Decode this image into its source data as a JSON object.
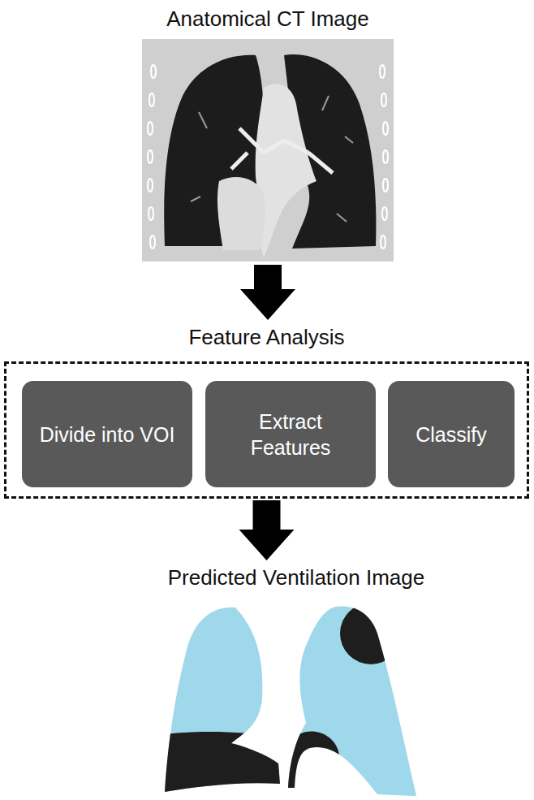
{
  "diagram": {
    "nodes": [
      {
        "text": [
          "Anatomical CT Image"
        ]
      },
      {
        "text": [
          "Feature Analysis"
        ]
      },
      {
        "text": [
          "Divide into VOI"
        ],
        "in": 1
      },
      {
        "text": [
          "Extract Features"
        ],
        "in": 1
      },
      {
        "text": [
          "Classify"
        ],
        "in": 1
      },
      {
        "text": [
          "Predicted Ventilation Image"
        ]
      }
    ],
    "edges": [
      {
        "from": 0,
        "to": 1,
        "arrow": "to"
      },
      {
        "from": 1,
        "to": 5,
        "arrow": "to"
      }
    ]
  }
}
